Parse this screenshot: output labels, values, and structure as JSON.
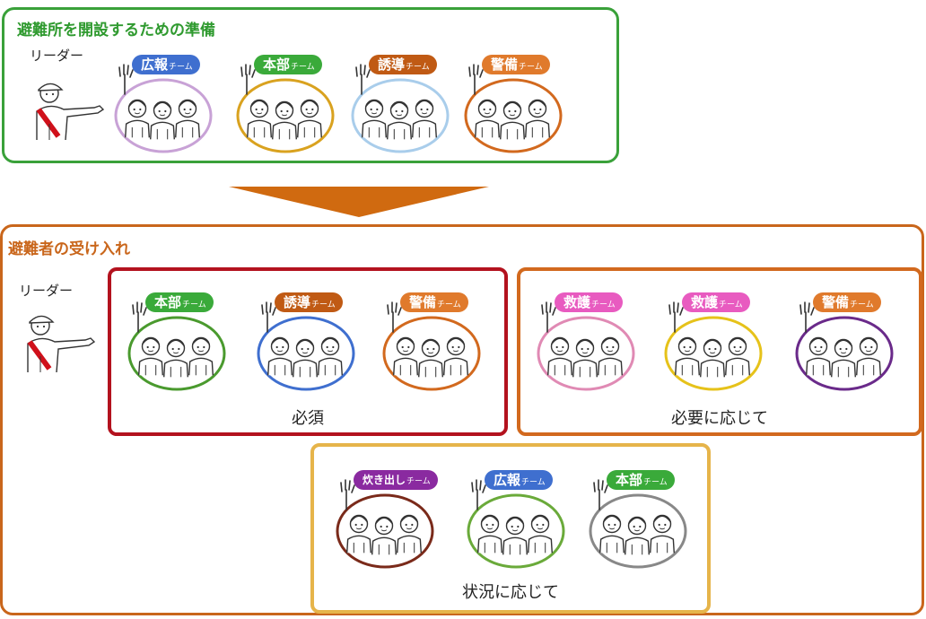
{
  "setup": {
    "title": "避難所を開設するための準備",
    "leader_label": "リーダー",
    "teams": [
      {
        "name": "広報",
        "suffix": "チーム",
        "badge_color": "#3f6fcf",
        "ring_color": "#c8a2d6"
      },
      {
        "name": "本部",
        "suffix": "チーム",
        "badge_color": "#3aaa3a",
        "ring_color": "#d9a21f"
      },
      {
        "name": "誘導",
        "suffix": "チーム",
        "badge_color": "#c05a14",
        "ring_color": "#a9cdeb"
      },
      {
        "name": "警備",
        "suffix": "チーム",
        "badge_color": "#e07a2c",
        "ring_color": "#d2691e"
      }
    ]
  },
  "reception": {
    "title": "避難者の受け入れ",
    "leader_label": "リーダー",
    "required": {
      "caption": "必須",
      "teams": [
        {
          "name": "本部",
          "suffix": "チーム",
          "badge_color": "#3aaa3a",
          "ring_color": "#4a9a2e"
        },
        {
          "name": "誘導",
          "suffix": "チーム",
          "badge_color": "#c05a14",
          "ring_color": "#3f6fcf"
        },
        {
          "name": "警備",
          "suffix": "チーム",
          "badge_color": "#e07a2c",
          "ring_color": "#d2691e"
        }
      ]
    },
    "as_needed": {
      "caption": "必要に応じて",
      "teams": [
        {
          "name": "救護",
          "suffix": "チーム",
          "badge_color": "#e85bc0",
          "ring_color": "#e08ab4"
        },
        {
          "name": "救護",
          "suffix": "チーム",
          "badge_color": "#e85bc0",
          "ring_color": "#e6c21a"
        },
        {
          "name": "警備",
          "suffix": "チーム",
          "badge_color": "#e07a2c",
          "ring_color": "#6a2a8a"
        }
      ]
    },
    "situational": {
      "caption": "状況に応じて",
      "teams": [
        {
          "name": "炊き出し",
          "suffix": "チーム",
          "badge_color": "#8a2aa0",
          "ring_color": "#7a2a1a",
          "small": true
        },
        {
          "name": "広報",
          "suffix": "チーム",
          "badge_color": "#3f6fcf",
          "ring_color": "#6aaa3a"
        },
        {
          "name": "本部",
          "suffix": "チーム",
          "badge_color": "#3aaa3a",
          "ring_color": "#888888"
        }
      ]
    }
  },
  "colors": {
    "setup_border": "#3aa13a",
    "setup_title": "#2f9a2f",
    "reception_border": "#c9661b",
    "reception_title": "#c9661b",
    "required_border": "#b3121e",
    "as_needed_border": "#d2691e",
    "situational_border": "#e6b44a",
    "arrow": "#d06a10"
  }
}
